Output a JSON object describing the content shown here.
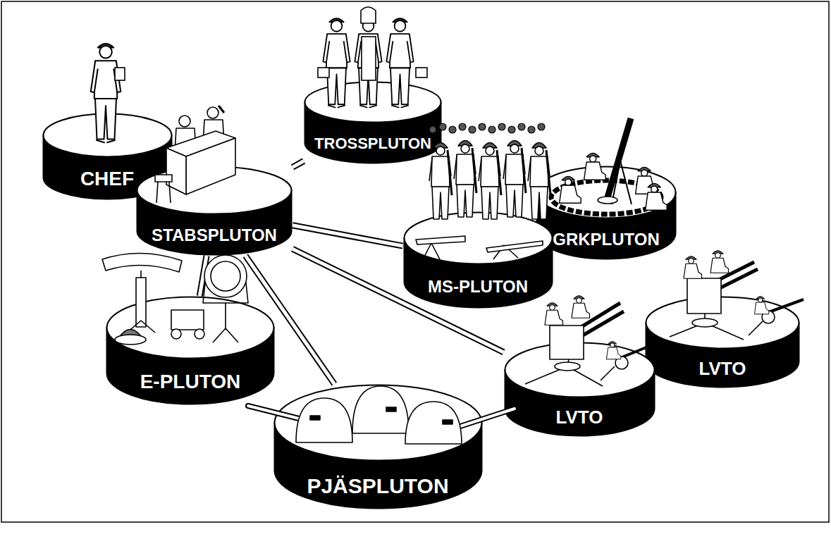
{
  "diagram": {
    "nodes": [
      {
        "text": [
          "CHEF"
        ]
      },
      {
        "text": [
          "TROSSPLUTON"
        ]
      },
      {
        "text": [
          "STABSPLUTON"
        ]
      },
      {
        "text": [
          "GRKPLUTON"
        ]
      },
      {
        "text": [
          "MS-PLUTON"
        ]
      },
      {
        "text": [
          "E-PLUTON"
        ]
      },
      {
        "text": [
          "LVTO"
        ]
      },
      {
        "text": [
          "LVTO"
        ]
      },
      {
        "text": [
          "PJÄSPLUTON"
        ]
      }
    ],
    "edges": [
      {
        "from": 2,
        "to": 1,
        "arrow": "none"
      },
      {
        "from": 2,
        "to": 4,
        "arrow": "none"
      },
      {
        "from": 2,
        "to": 7,
        "arrow": "none"
      },
      {
        "from": 2,
        "to": 5,
        "arrow": "none"
      },
      {
        "from": 2,
        "to": 8,
        "arrow": "none"
      }
    ]
  }
}
